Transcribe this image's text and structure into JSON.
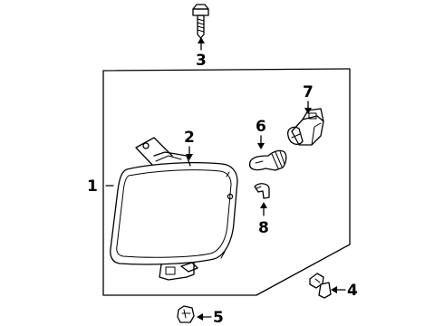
{
  "diagram": {
    "callouts": {
      "c1": "1",
      "c2": "2",
      "c3": "3",
      "c4": "4",
      "c5": "5",
      "c6": "6",
      "c7": "7",
      "c8": "8"
    }
  }
}
